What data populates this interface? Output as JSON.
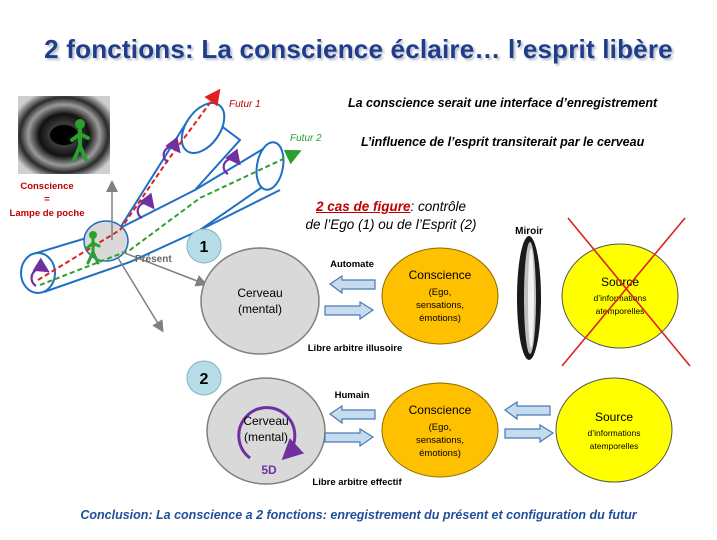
{
  "title": "2 fonctions: La conscience éclaire… l’esprit libère",
  "notes": {
    "interface": "La conscience serait une interface d’enregistrement",
    "influence": "L’influence de l’esprit transiterait par le cerveau"
  },
  "cases": {
    "highlight": "2 cas de figure",
    "rest": ": contrôle",
    "line2": "de l’Ego (1) ou de l’Esprit (2)"
  },
  "tube": {
    "futur1": "Futur 1",
    "futur2": "Futur 2",
    "present": "Présent",
    "conscience_label": "Conscience",
    "equals": "=",
    "lamp_label": "Lampe de poche"
  },
  "mirror_label": "Miroir",
  "row1": {
    "number": "1",
    "brain_line1": "Cerveau",
    "brain_line2": "(mental)",
    "arrow_label": "Automate",
    "bottom_label": "Libre arbitre illusoire",
    "conscience_title": "Conscience",
    "conscience_l1": "(Ego,",
    "conscience_l2": "sensations,",
    "conscience_l3": "émotions)",
    "source_title": "Source",
    "source_l1": "d’informations",
    "source_l2": "atemporelles"
  },
  "row2": {
    "number": "2",
    "brain_line1": "Cerveau",
    "brain_line2": "(mental)",
    "badge": "5D",
    "arrow_label": "Humain",
    "bottom_label": "Libre arbitre effectif",
    "conscience_title": "Conscience",
    "conscience_l1": "(Ego,",
    "conscience_l2": "sensations,",
    "conscience_l3": "émotions)",
    "source_title": "Source",
    "source_l1": "d’informations",
    "source_l2": "atemporelles"
  },
  "conclusion": "Conclusion: La conscience a 2 fonctions: enregistrement du présent et configuration du futur",
  "colors": {
    "title": "#1f3d8a",
    "conscience_fill": "#ffc000",
    "source_fill": "#ffff00",
    "arrow_fill": "#c6dbef",
    "arrow_stroke": "#4a7ab3",
    "purple": "#7030a0",
    "cross": "#e02020",
    "tube_stroke": "#1f6fc4"
  }
}
